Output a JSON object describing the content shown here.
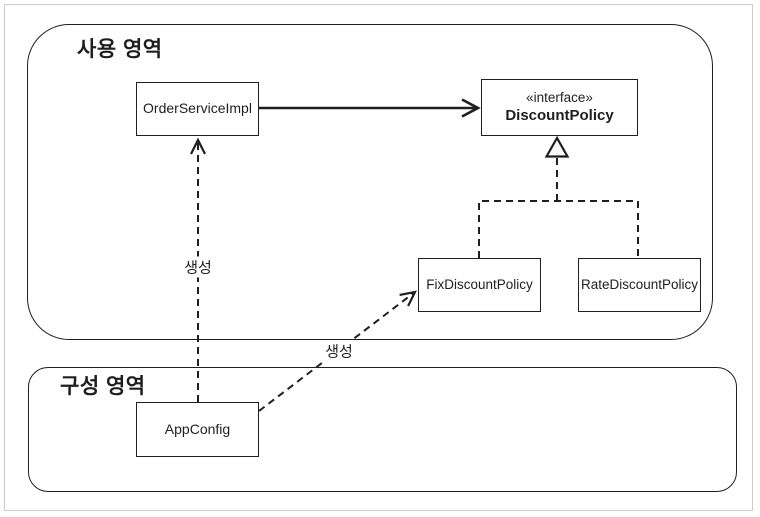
{
  "diagram": {
    "regions": {
      "usage": {
        "title": "사용 영역"
      },
      "config": {
        "title": "구성 영역"
      }
    },
    "nodes": {
      "order_service_impl": {
        "label": "OrderServiceImpl"
      },
      "discount_policy": {
        "stereotype": "«interface»",
        "label": "DiscountPolicy"
      },
      "fix_discount_policy": {
        "label": "FixDiscountPolicy"
      },
      "rate_discount_policy": {
        "label": "RateDiscountPolicy"
      },
      "app_config": {
        "label": "AppConfig"
      }
    },
    "edge_labels": {
      "create_order": "생성",
      "create_fix": "생성"
    },
    "edges": [
      {
        "from": "OrderServiceImpl",
        "to": "DiscountPolicy",
        "type": "solid-dependency-arrow"
      },
      {
        "from": "FixDiscountPolicy",
        "to": "DiscountPolicy",
        "type": "dashed-realization-triangle"
      },
      {
        "from": "RateDiscountPolicy",
        "to": "DiscountPolicy",
        "type": "dashed-realization-triangle"
      },
      {
        "from": "AppConfig",
        "to": "OrderServiceImpl",
        "type": "dashed-create-arrow",
        "label": "생성"
      },
      {
        "from": "AppConfig",
        "to": "FixDiscountPolicy",
        "type": "dashed-create-arrow",
        "label": "생성"
      }
    ]
  },
  "colors": {
    "stroke": "#1f1f1f",
    "frame_border": "#cccccc",
    "background": "#ffffff"
  }
}
